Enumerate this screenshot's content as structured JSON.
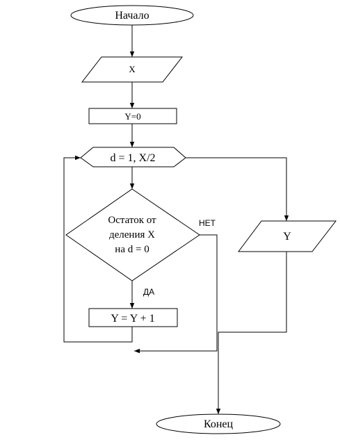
{
  "flowchart": {
    "start": "Начало",
    "input": "X",
    "init": "Y=0",
    "loop": "d = 1, X/2",
    "condition": [
      "Остаток от",
      "деления X",
      "на d = 0"
    ],
    "increment": "Y = Y + 1",
    "output": "Y",
    "end": "Конец",
    "yes_label": "ДА",
    "no_label": "НЕТ"
  }
}
